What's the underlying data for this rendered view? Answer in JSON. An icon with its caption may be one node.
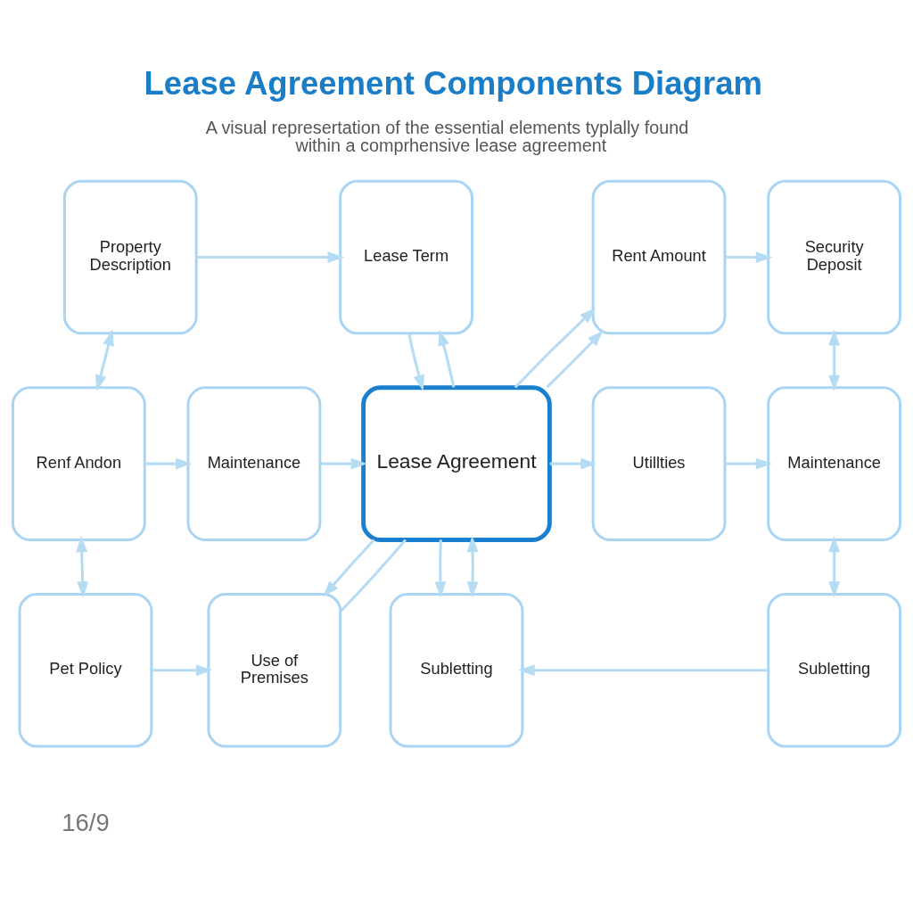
{
  "diagram": {
    "title": "Lease Agreement Components Diagram",
    "caption": "A visual represertation of the essential elements typlally found within a comprhensive lease agreement",
    "nodes": [
      {
        "text": [
          "Property Description"
        ]
      },
      {
        "text": [
          "Lease Term"
        ]
      },
      {
        "text": [
          "Rent Amount"
        ]
      },
      {
        "text": [
          "Security Deposit"
        ]
      },
      {
        "text": [
          "Renf Andon"
        ]
      },
      {
        "text": [
          "Maintenance"
        ]
      },
      {
        "text": [
          "Lease Agreement"
        ]
      },
      {
        "text": [
          "Utillties"
        ]
      },
      {
        "text": [
          "Maintenance"
        ]
      },
      {
        "text": [
          "Pet Policy"
        ]
      },
      {
        "text": [
          "Use of Premises"
        ]
      },
      {
        "text": [
          "Subletting"
        ]
      },
      {
        "text": [
          "Subletting"
        ]
      }
    ],
    "edges": [
      {
        "from": 0,
        "to": 1,
        "arrow": "to"
      },
      {
        "from": 1,
        "to": 6,
        "arrow": "to"
      },
      {
        "from": 6,
        "to": 2,
        "arrow": "to"
      },
      {
        "from": 2,
        "to": 3,
        "arrow": "to"
      },
      {
        "from": 6,
        "to": 1,
        "arrow": "to"
      },
      {
        "from": 6,
        "to": 2,
        "arrow": "to"
      },
      {
        "from": 0,
        "to": 4,
        "arrow": "both"
      },
      {
        "from": 3,
        "to": 5,
        "arrow": "both"
      },
      {
        "from": 4,
        "to": 8,
        "arrow": "to"
      },
      {
        "from": 8,
        "to": 6,
        "arrow": "to"
      },
      {
        "from": 6,
        "to": 7,
        "arrow": "to"
      },
      {
        "from": 7,
        "to": 5,
        "arrow": "to"
      },
      {
        "from": 4,
        "to": 9,
        "arrow": "both"
      },
      {
        "from": 5,
        "to": 11,
        "arrow": "both"
      },
      {
        "from": 6,
        "to": 10,
        "arrow": "to"
      },
      {
        "from": 6,
        "to": 12,
        "arrow": "to"
      },
      {
        "from": 10,
        "to": 6,
        "arrow": "none"
      },
      {
        "from": 6,
        "to": 12,
        "arrow": "both"
      },
      {
        "from": 9,
        "to": 10,
        "arrow": "to"
      },
      {
        "from": 11,
        "to": 12,
        "arrow": "to"
      }
    ],
    "labels": [
      "16/9"
    ]
  }
}
